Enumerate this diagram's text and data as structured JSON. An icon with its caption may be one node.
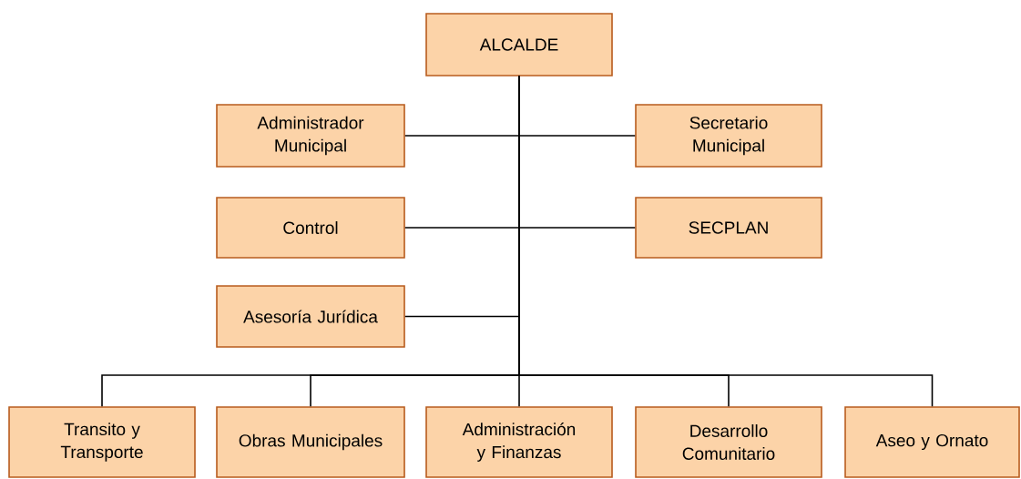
{
  "diagram": {
    "nodes": [
      {
        "text": [
          "ALCALDE"
        ]
      },
      {
        "text": [
          "Administrador Municipal"
        ]
      },
      {
        "text": [
          "Secretario Municipal"
        ]
      },
      {
        "text": [
          "Control"
        ]
      },
      {
        "text": [
          "SECPLAN"
        ]
      },
      {
        "text": [
          "Asesoría Jurídica"
        ]
      },
      {
        "text": [
          "Transito y Transporte"
        ]
      },
      {
        "text": [
          "Obras Municipales"
        ]
      },
      {
        "text": [
          "Administración y Finanzas"
        ]
      },
      {
        "text": [
          "Desarrollo Comunitario"
        ]
      },
      {
        "text": [
          "Aseo y Ornato"
        ]
      }
    ],
    "edges": [
      {
        "from": 0,
        "to": 1,
        "arrow": "none"
      },
      {
        "from": 0,
        "to": 2,
        "arrow": "none"
      },
      {
        "from": 0,
        "to": 3,
        "arrow": "none"
      },
      {
        "from": 0,
        "to": 4,
        "arrow": "none"
      },
      {
        "from": 0,
        "to": 5,
        "arrow": "none"
      },
      {
        "from": 0,
        "to": 6,
        "arrow": "none"
      },
      {
        "from": 0,
        "to": 7,
        "arrow": "none"
      },
      {
        "from": 0,
        "to": 8,
        "arrow": "none"
      },
      {
        "from": 0,
        "to": 9,
        "arrow": "none"
      },
      {
        "from": 0,
        "to": 10,
        "arrow": "none"
      }
    ]
  }
}
